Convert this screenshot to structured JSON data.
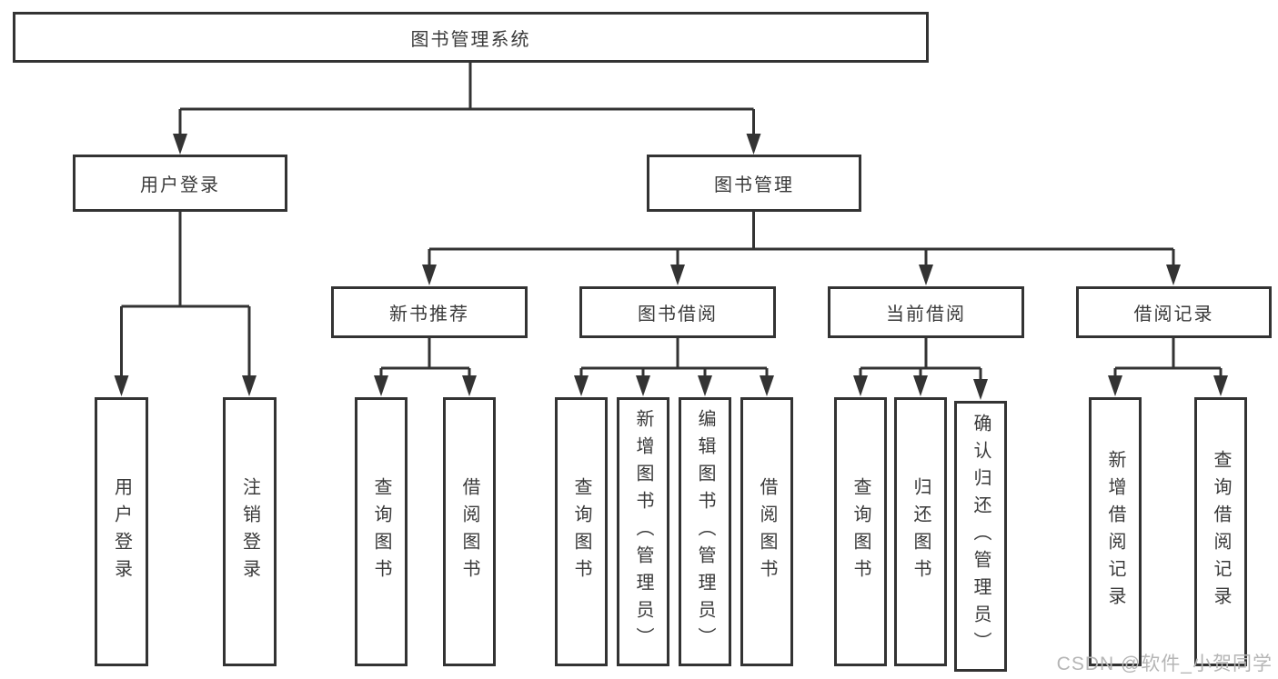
{
  "colors": {
    "line": "#333333",
    "node_border": "#333333",
    "text": "#3a3a3a",
    "watermark": "#b5b5b5",
    "background": "#ffffff"
  },
  "watermark": {
    "text": "CSDN @软件_小贺同学"
  },
  "tree": {
    "label": "图书管理系统",
    "children": [
      {
        "label": "用户登录",
        "children": [
          {
            "label": "用户登录"
          },
          {
            "label": "注销登录"
          }
        ]
      },
      {
        "label": "图书管理",
        "children": [
          {
            "label": "新书推荐",
            "children": [
              {
                "label": "查询图书"
              },
              {
                "label": "借阅图书"
              }
            ]
          },
          {
            "label": "图书借阅",
            "children": [
              {
                "label": "查询图书"
              },
              {
                "label": "新增图书（管理员）"
              },
              {
                "label": "编辑图书（管理员）"
              },
              {
                "label": "借阅图书"
              }
            ]
          },
          {
            "label": "当前借阅",
            "children": [
              {
                "label": "查询图书"
              },
              {
                "label": "归还图书"
              },
              {
                "label": "确认归还（管理员）"
              }
            ]
          },
          {
            "label": "借阅记录",
            "children": [
              {
                "label": "新增借阅记录"
              },
              {
                "label": "查询借阅记录"
              }
            ]
          }
        ]
      }
    ]
  }
}
